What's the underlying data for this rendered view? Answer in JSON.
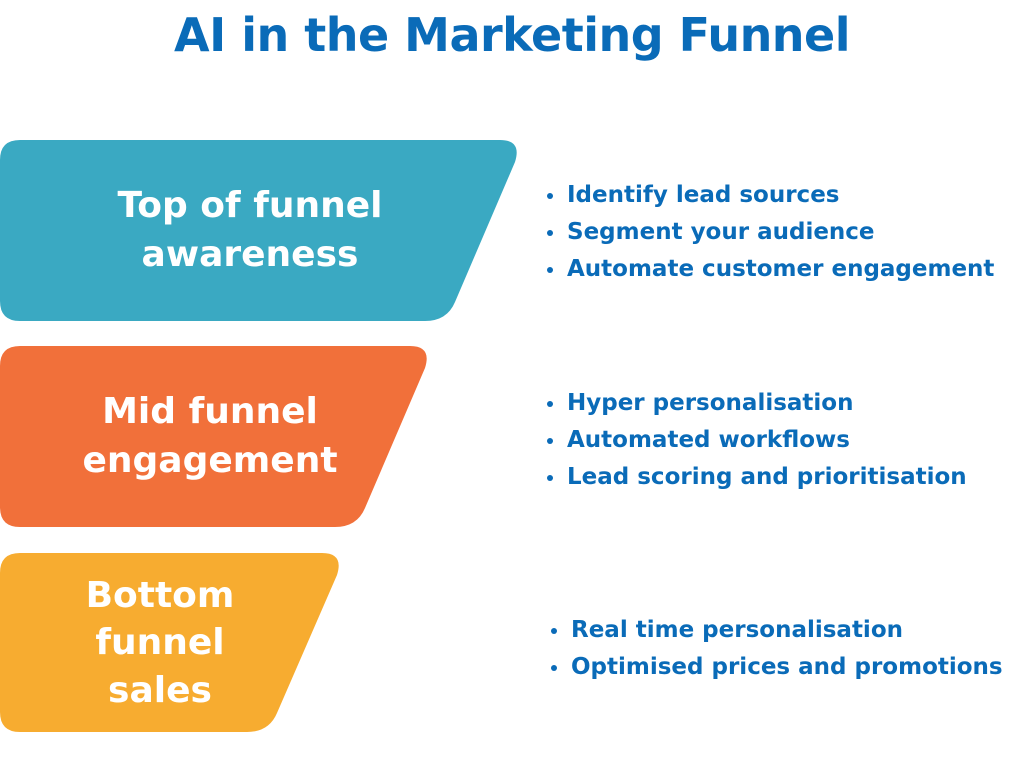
{
  "title": "AI in the Marketing Funnel",
  "colors": {
    "title": "#0a6bb8",
    "top": "#3aa9c2",
    "mid": "#f1703a",
    "bottom": "#f7ac30",
    "bullet_text": "#0a6bb8"
  },
  "stages": [
    {
      "label": "Top of funnel\nawareness",
      "bullets": [
        "Identify lead sources",
        "Segment your audience",
        "Automate customer engagement"
      ]
    },
    {
      "label": "Mid funnel\nengagement",
      "bullets": [
        "Hyper personalisation",
        "Automated workflows",
        "Lead scoring and prioritisation"
      ]
    },
    {
      "label": "Bottom\nfunnel\nsales",
      "bullets": [
        "Real time personalisation",
        "Optimised prices and promotions"
      ]
    }
  ]
}
